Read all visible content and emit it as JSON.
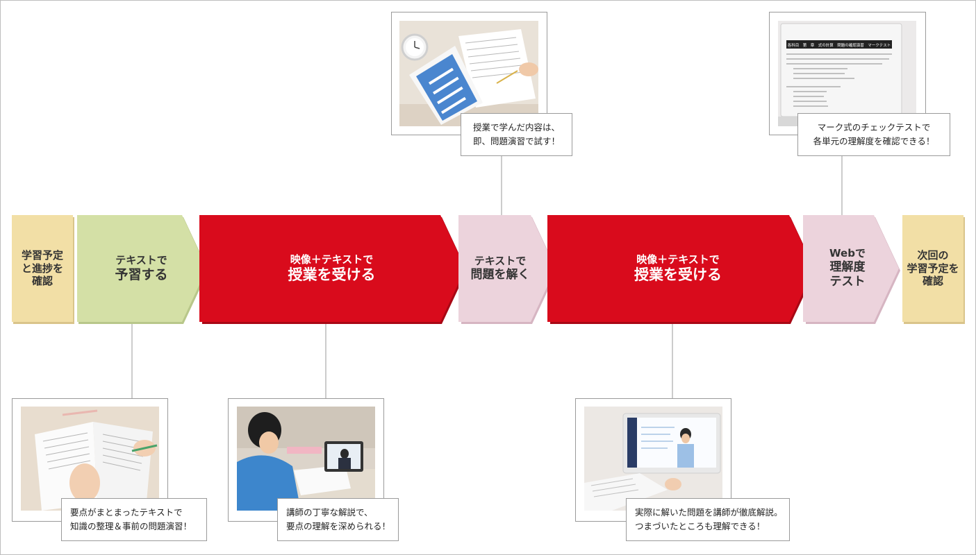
{
  "steps": [
    {
      "id": "check-start",
      "lines": [
        "学習予定",
        "と進捗を",
        "確認"
      ]
    },
    {
      "id": "preview",
      "lines": [
        "テキストで",
        "予習する"
      ]
    },
    {
      "id": "lesson-1",
      "lines": [
        "映像＋テキストで",
        "授業を受ける"
      ]
    },
    {
      "id": "practice",
      "lines": [
        "テキストで",
        "問題を解く"
      ]
    },
    {
      "id": "lesson-2",
      "lines": [
        "映像＋テキストで",
        "授業を受ける"
      ]
    },
    {
      "id": "web-test",
      "lines": [
        "Webで",
        "理解度",
        "テスト"
      ]
    },
    {
      "id": "check-next",
      "lines": [
        "次回の",
        "学習予定を",
        "確認"
      ]
    }
  ],
  "captions": {
    "practice": [
      "授業で学んだ内容は、",
      "即、問題演習で試す！"
    ],
    "web_test": [
      "マーク式のチェックテストで",
      "各単元の理解度を確認できる！"
    ],
    "preview": [
      "要点がまとまったテキストで",
      "知識の整理＆事前の問題演習！"
    ],
    "lesson_1": [
      "講師の丁寧な解説で、",
      "要点の理解を深められる！"
    ],
    "lesson_2": [
      "実際に解いた問題を講師が徹底解説。",
      "つまづいたところも理解できる！"
    ]
  },
  "screen_text": {
    "header": "各科目　第　章　式の計算　問題の確認演習　マークテスト"
  },
  "colors": {
    "beige": "#f2dfa6",
    "green": "#d4e0a6",
    "red": "#d90b1c",
    "pink": "#ecd3dc",
    "line": "#9a9a9a"
  }
}
